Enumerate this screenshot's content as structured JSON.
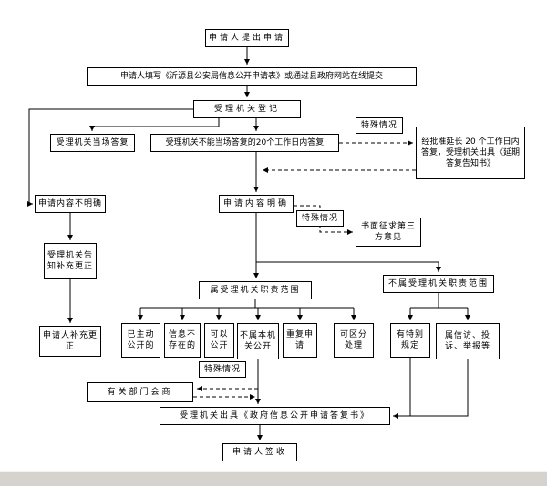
{
  "nodes": {
    "apply": {
      "label": "申请人提出申请"
    },
    "fill_form": {
      "label": "申请人填写《沂源县公安局信息公开申请表》或通过县政府网站在线提交"
    },
    "register": {
      "label": "受理机关登记"
    },
    "onspot_reply": {
      "label": "受理机关当场答复"
    },
    "within20": {
      "label": "受理机关不能当场答复的20个工作日内答复"
    },
    "special1": {
      "label": "特殊情况"
    },
    "extend": {
      "label": "经批准延长 20 个工作日内答复，受理机关出具《延期答复告知书》"
    },
    "unclear": {
      "label": "申请内容不明确"
    },
    "clear": {
      "label": "申请内容明确"
    },
    "special2": {
      "label": "特殊情况"
    },
    "third_party": {
      "label": "书面征求第三方意见"
    },
    "notify_correct": {
      "label": "受理机关告知补充更正"
    },
    "supplement": {
      "label": "申请人补充更正"
    },
    "in_scope": {
      "label": "属受理机关职责范围"
    },
    "not_in_scope": {
      "label": "不属受理机关职责范围"
    },
    "b1": {
      "label": "已主动公开的"
    },
    "b2": {
      "label": "信息不存在的"
    },
    "b3": {
      "label": "可以公开"
    },
    "b4": {
      "label": "不属本机关公开"
    },
    "b5": {
      "label": "重复申请"
    },
    "b6": {
      "label": "可区分处理"
    },
    "r1": {
      "label": "有特别规定"
    },
    "r2": {
      "label": "属信访、投诉、举报等"
    },
    "special3": {
      "label": "特殊情况"
    },
    "consult": {
      "label": "有关部门会商"
    },
    "issue_reply": {
      "label": "受理机关出具《政府信息公开申请答复书》"
    },
    "sign": {
      "label": "申请人签收"
    }
  },
  "colors": {
    "box_border": "#000000",
    "box_fill": "#ffffff",
    "text": "#000000",
    "arrow": "#000000",
    "statusbar_fill": "#d6d3ce"
  }
}
